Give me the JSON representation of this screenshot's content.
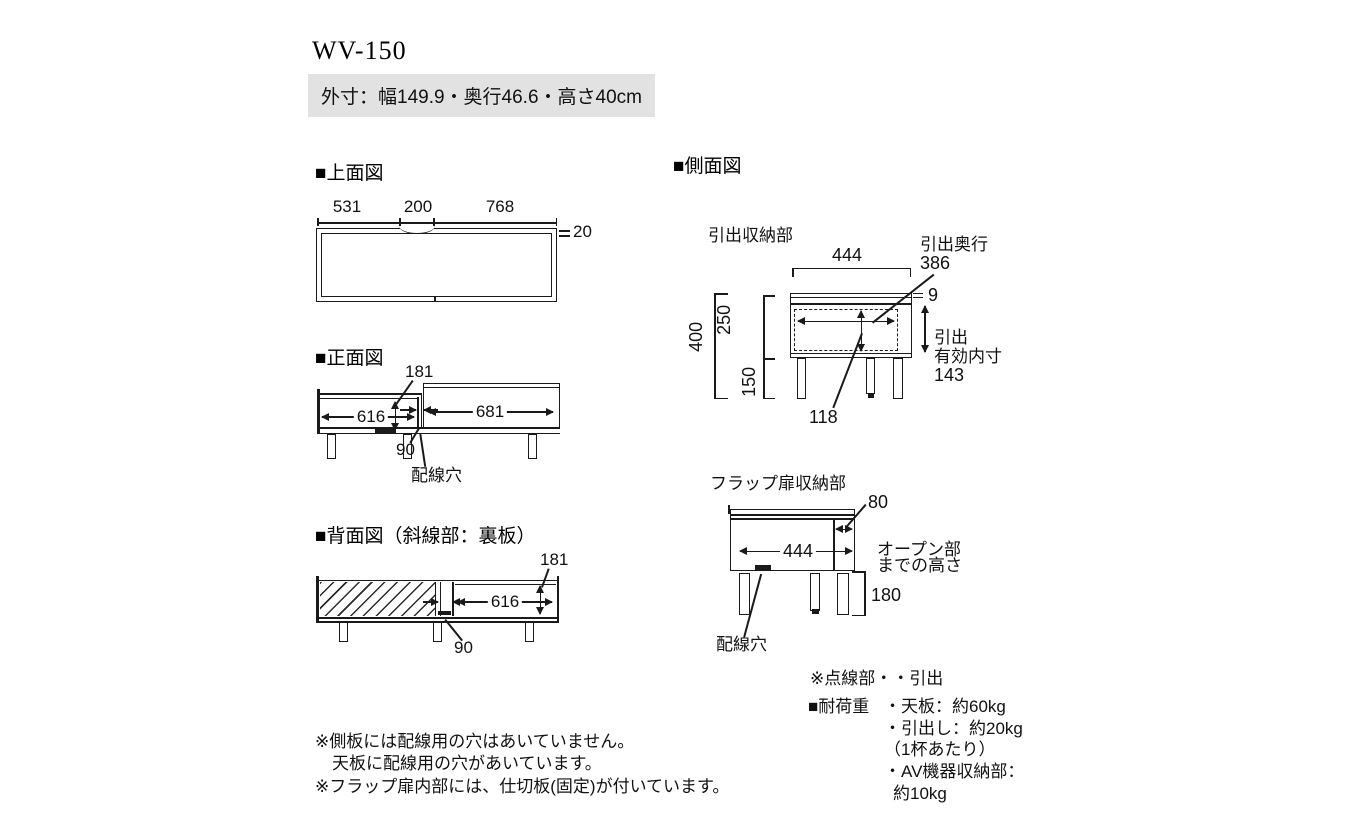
{
  "page": {
    "title": "WV-150",
    "outer_size": "外寸：幅149.9・奥行46.6・高さ40cm"
  },
  "top_view": {
    "heading": "■上面図",
    "w_left": "531",
    "w_center": "200",
    "w_right": "768",
    "rim": "20"
  },
  "front_view": {
    "heading": "■正面図",
    "inner_h": "181",
    "open_w": "616",
    "gap": "90",
    "right_w": "681",
    "wiring_hole": "配線穴"
  },
  "back_view": {
    "heading": "■背面図（斜線部：裏板）",
    "inner_h": "181",
    "open_w": "616",
    "gap": "90"
  },
  "side_view": {
    "heading": "■側面図",
    "drawer": {
      "label": "引出収納部",
      "depth_w": "444",
      "drawer_depth_label": "引出奥行",
      "drawer_depth": "386",
      "top_rim": "9",
      "total_h": "400",
      "body_h": "250",
      "leg_h": "150",
      "drawer_inner_depth": "118",
      "inner_label1": "引出",
      "inner_label2": "有効内寸",
      "inner_h": "143"
    },
    "flap": {
      "label": "フラップ扉収納部",
      "depth_w": "444",
      "pocket_w": "80",
      "open_note1": "オープン部",
      "open_note2": "までの高さ",
      "open_h": "180",
      "wiring_hole": "配線穴"
    },
    "legend": "※点線部・・引出"
  },
  "load": {
    "heading": "■耐荷重",
    "item1": "・天板：約60kg",
    "item2": "・引出し：約20kg",
    "item2b": "（1杯あたり）",
    "item3": "・AV機器収納部：",
    "item3b": "約10kg"
  },
  "notes": {
    "line1": "※側板には配線用の穴はあいていません。",
    "line2": "　天板に配線用の穴があいています。",
    "line3": "※フラップ扉内部には、仕切板(固定)が付いています。"
  },
  "colors": {
    "ink": "#1a1a1a",
    "subtitle_bg": "#e2e2e2"
  }
}
